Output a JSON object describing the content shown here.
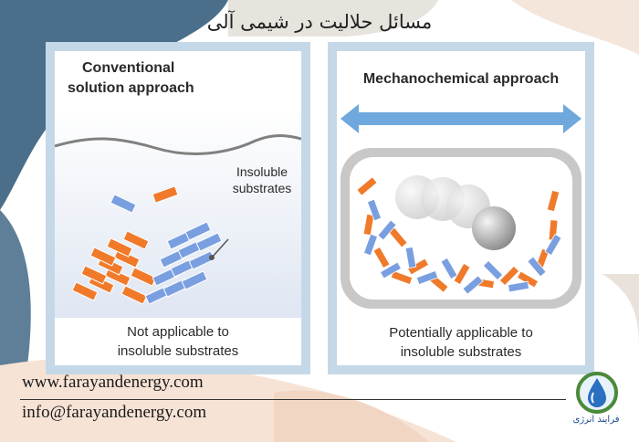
{
  "page": {
    "title": "مسائل حلالیت در شیمی آلی"
  },
  "left_panel": {
    "heading_line1": "Conventional",
    "heading_line2": "solution approach",
    "insoluble_label_line1": "Insoluble",
    "insoluble_label_line2": "substrates",
    "caption_line1": "Not applicable to",
    "caption_line2": "insoluble substrates"
  },
  "right_panel": {
    "heading": "Mechanochemical approach",
    "caption_line1": "Potentially applicable to",
    "caption_line2": "insoluble substrates"
  },
  "footer": {
    "website": "www.farayandenergy.com",
    "email": "info@farayandenergy.com",
    "logo_text": "فرایند انرژی"
  },
  "colors": {
    "orange_brick": "#f07a2a",
    "blue_brick": "#7a9fe0",
    "panel_border": "#c5d8e8",
    "arrow": "#6fa8dc"
  }
}
